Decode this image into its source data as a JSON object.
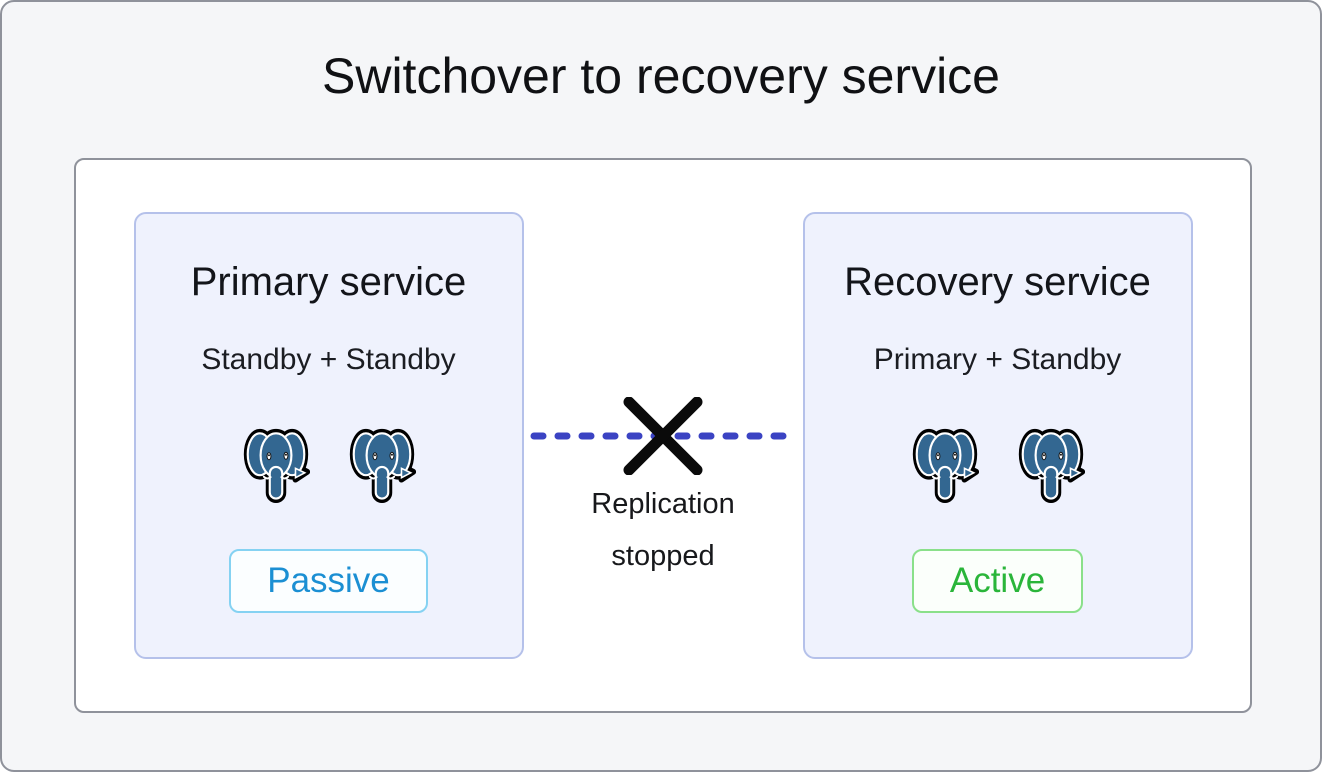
{
  "title": "Switchover to recovery service",
  "diagram": {
    "cards": [
      {
        "title": "Primary service",
        "subtitle": "Standby + Standby",
        "badge": {
          "label": "Passive",
          "state": "passive",
          "text_color": "#1b8fd3",
          "border_color": "#85d2f2"
        },
        "icons": [
          "postgresql-elephant",
          "postgresql-elephant"
        ]
      },
      {
        "title": "Recovery service",
        "subtitle": "Primary + Standby",
        "badge": {
          "label": "Active",
          "state": "active",
          "text_color": "#2ab53a",
          "border_color": "#8ae08a"
        },
        "icons": [
          "postgresql-elephant",
          "postgresql-elephant"
        ]
      }
    ],
    "connector": {
      "label": "Replication stopped",
      "style": "dashed",
      "crossed_out": true,
      "line_color": "#3b43c3",
      "cross_color": "#0a0a0a"
    }
  },
  "colors": {
    "background": "#f5f6f8",
    "panel_background": "#ffffff",
    "frame_border": "#8f929b",
    "card_background": "#eff2fd",
    "card_border": "#b5c1ea",
    "postgres_blue": "#336791"
  }
}
